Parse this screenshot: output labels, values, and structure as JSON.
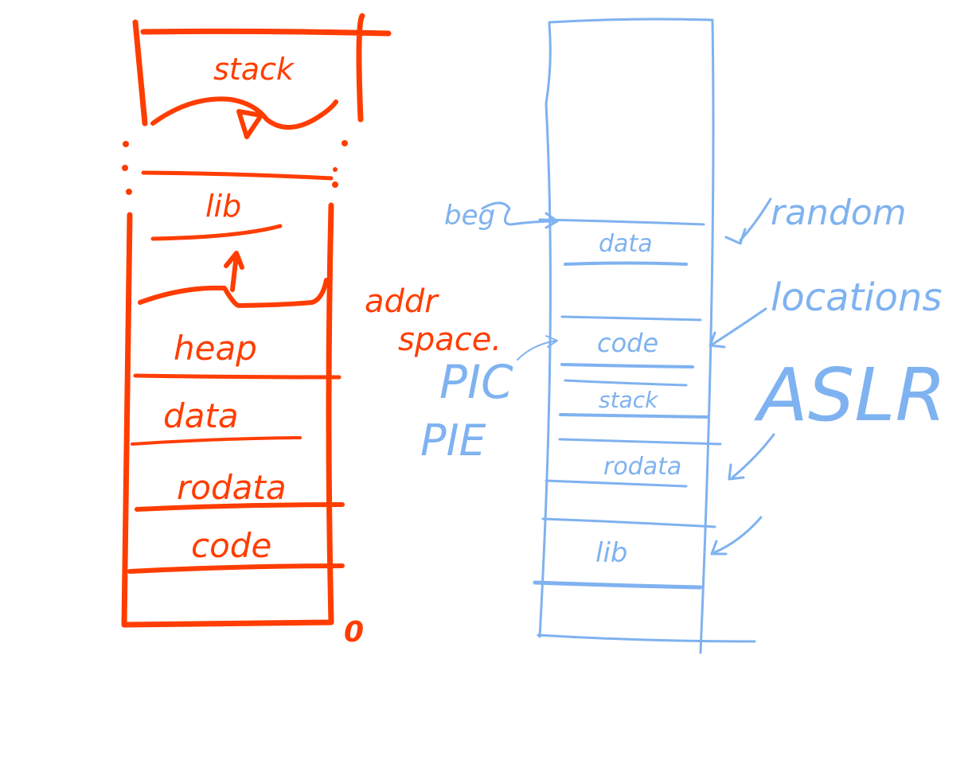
{
  "colors": {
    "red": "#ff3d00",
    "blue": "#7fb2f0",
    "background": "#ffffff"
  },
  "left_diagram": {
    "segments": [
      "stack",
      "lib",
      "heap",
      "data",
      "rodata",
      "code"
    ],
    "side_label_lines": [
      "addr",
      "space."
    ],
    "origin_label": "0"
  },
  "right_diagram": {
    "segments": [
      "data",
      "code",
      "stack",
      "rodata",
      "lib"
    ],
    "beg_label": "beg",
    "random_label_lines": [
      "random",
      "locations"
    ],
    "aslr_label": "ASLR",
    "pic_label": "PIC",
    "pie_label": "PIE"
  }
}
